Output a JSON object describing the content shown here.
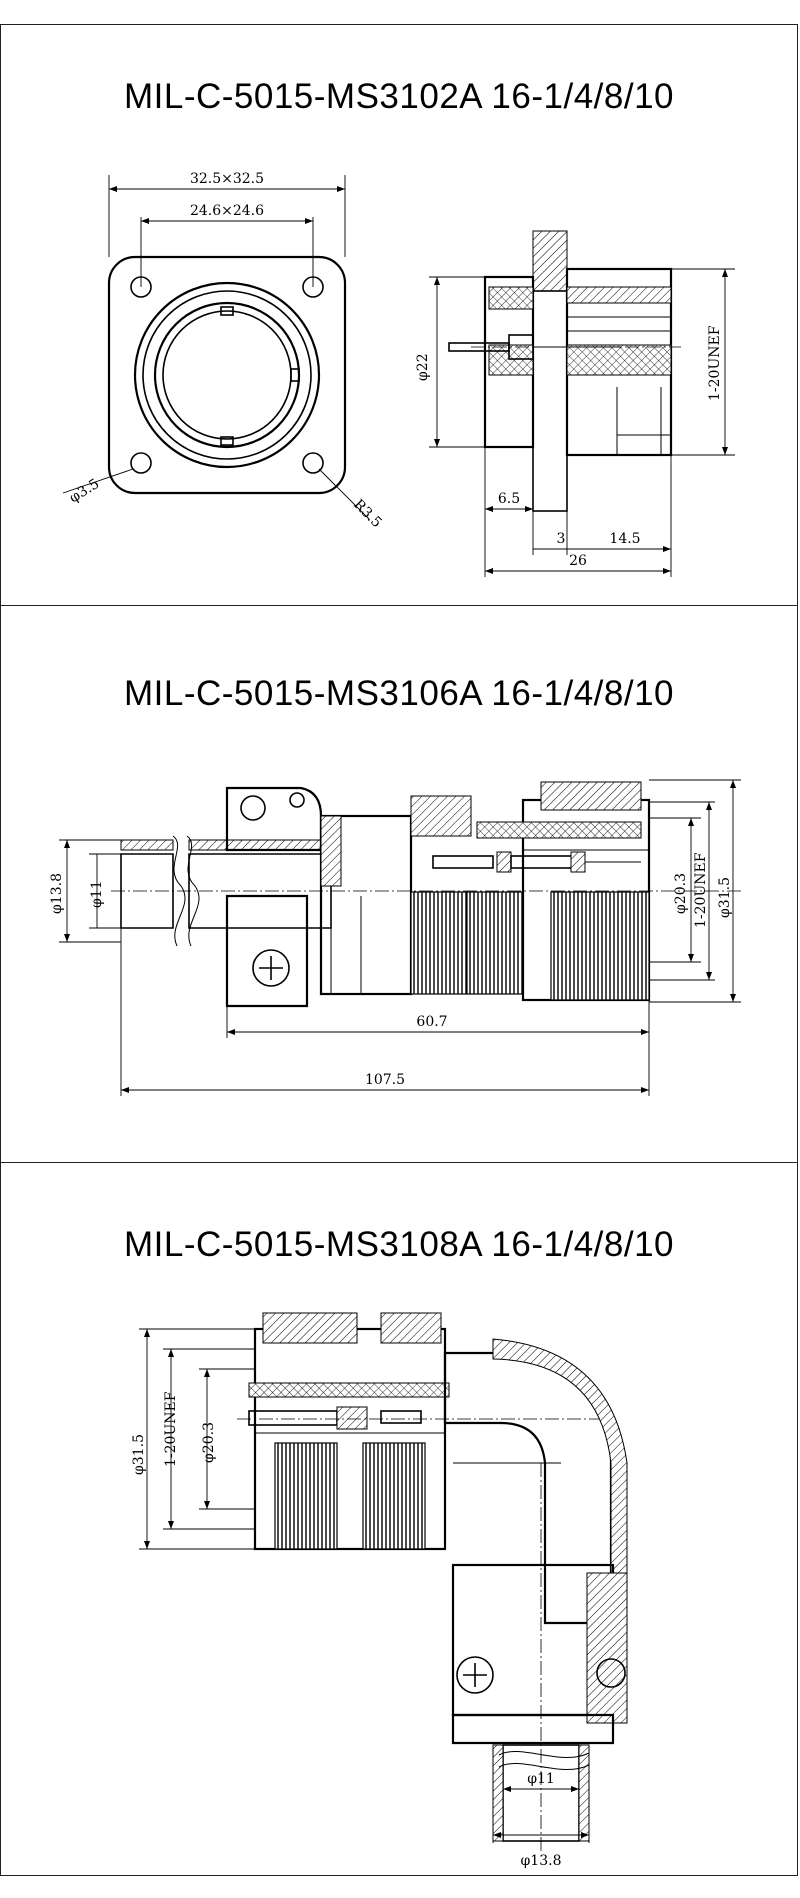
{
  "panels": [
    {
      "title": "MIL-C-5015-MS3102A 16-1/4/8/10",
      "dims": {
        "outer_square": "32.5×32.5",
        "hole_spacing": "24.6×24.6",
        "hole_dia": "φ3.5",
        "radius": "R3.5",
        "body_dia": "φ22",
        "thread": "1-20UNEF",
        "flange_offset": "6.5",
        "flange_thk": "3",
        "front_len": "14.5",
        "total_len": "26"
      }
    },
    {
      "title": "MIL-C-5015-MS3106A 16-1/4/8/10",
      "dims": {
        "cable_outer": "φ13.8",
        "cable_inner": "φ11",
        "insert_dia": "φ20.3",
        "thread": "1-20UNEF",
        "coupling_dia": "φ31.5",
        "body_len": "60.7",
        "total_len": "107.5"
      }
    },
    {
      "title": "MIL-C-5015-MS3108A 16-1/4/8/10",
      "dims": {
        "coupling_dia": "φ31.5",
        "thread": "1-20UNEF",
        "insert_dia": "φ20.3",
        "cable_inner": "φ11",
        "cable_outer": "φ13.8"
      }
    }
  ]
}
